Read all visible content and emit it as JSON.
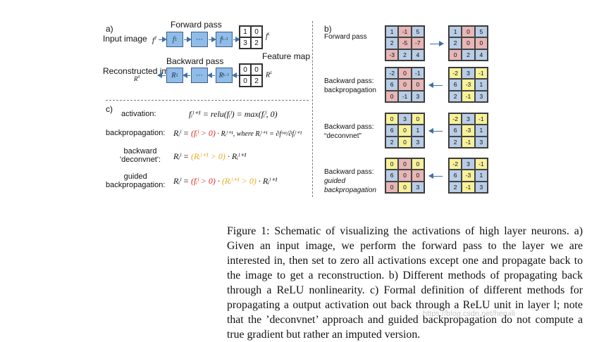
{
  "panel_a": {
    "label": "a)",
    "forward_pass": "Forward pass",
    "input_image": "Input image",
    "f_input": "f",
    "f_input_sup": "1",
    "box1": "f",
    "box1_sup": "1",
    "dots": "⋯",
    "box3": "f",
    "box3_sup": "L-1",
    "out_label": "f",
    "out_label_sup": "L",
    "feature_map": "Feature map",
    "fm_forward": [
      "1",
      "0",
      "3",
      "2"
    ],
    "backward_pass": "Backward pass",
    "reconstructed_image": "Reconstructed image",
    "r_output": "R",
    "r_output_sup": "0",
    "bbox1": "R",
    "bbox1_sup": "1",
    "bbox3": "R",
    "bbox3_sup": "L-1",
    "r_label": "R",
    "r_label_sup": "L",
    "fm_backward": [
      "0",
      "0",
      "0",
      "2"
    ]
  },
  "panel_b": {
    "label": "b)",
    "rows": [
      {
        "title": "Forward pass",
        "left": {
          "vals": [
            "1",
            "-1",
            "5",
            "2",
            "-5",
            "-7",
            "-3",
            "2",
            "4"
          ],
          "colors": [
            "b",
            "r",
            "b",
            "b",
            "r",
            "r",
            "r",
            "b",
            "b"
          ]
        },
        "right": {
          "vals": [
            "1",
            "0",
            "5",
            "2",
            "0",
            "0",
            "0",
            "2",
            "4"
          ],
          "colors": [
            "b",
            "r",
            "b",
            "b",
            "r",
            "r",
            "r",
            "b",
            "b"
          ]
        },
        "direction": "right"
      },
      {
        "title": "Backward pass: backpropagation",
        "left": {
          "vals": [
            "-2",
            "0",
            "-1",
            "6",
            "0",
            "0",
            "0",
            "-1",
            "3"
          ],
          "colors": [
            "b",
            "r",
            "b",
            "b",
            "r",
            "r",
            "r",
            "b",
            "b"
          ]
        },
        "right": {
          "vals": [
            "-2",
            "3",
            "-1",
            "6",
            "-3",
            "1",
            "2",
            "-1",
            "3"
          ],
          "colors": [
            "y",
            "b",
            "y",
            "b",
            "y",
            "b",
            "b",
            "y",
            "b"
          ]
        },
        "direction": "left"
      },
      {
        "title": "Backward pass: “deconvnet”",
        "left": {
          "vals": [
            "0",
            "3",
            "0",
            "6",
            "0",
            "1",
            "2",
            "0",
            "3"
          ],
          "colors": [
            "y",
            "b",
            "y",
            "b",
            "y",
            "b",
            "b",
            "y",
            "b"
          ]
        },
        "right": {
          "vals": [
            "-2",
            "3",
            "-1",
            "6",
            "-3",
            "1",
            "2",
            "-1",
            "3"
          ],
          "colors": [
            "y",
            "b",
            "y",
            "b",
            "y",
            "b",
            "b",
            "y",
            "b"
          ]
        },
        "direction": "left"
      },
      {
        "title": "Backward pass:",
        "title2": "guided backpropagation",
        "left": {
          "vals": [
            "0",
            "0",
            "0",
            "6",
            "0",
            "0",
            "0",
            "0",
            "3"
          ],
          "colors": [
            "y",
            "r",
            "y",
            "b",
            "r",
            "r",
            "r",
            "y",
            "b"
          ]
        },
        "right": {
          "vals": [
            "-2",
            "3",
            "-1",
            "6",
            "-3",
            "1",
            "2",
            "-1",
            "3"
          ],
          "colors": [
            "y",
            "b",
            "y",
            "b",
            "y",
            "b",
            "b",
            "y",
            "b"
          ]
        },
        "direction": "left"
      }
    ]
  },
  "panel_c": {
    "label": "c)",
    "activation_label": "activation:",
    "activation_eq": "fᵢˡ⁺¹ = relu(fᵢˡ) = max(fᵢˡ, 0)",
    "backprop_label": "backpropagation:",
    "backprop_eq_a": "Rᵢˡ = ",
    "backprop_eq_b": "(fᵢˡ > 0)",
    "backprop_eq_c": " · Rᵢˡ⁺¹, where Rᵢˡ⁺¹ = ∂fᵒᵘᵗ/∂fᵢˡ⁺¹",
    "deconv_label_1": "backward",
    "deconv_label_2": "'deconvnet':",
    "deconv_eq_a": "Rᵢˡ = ",
    "deconv_eq_b": "(Rᵢˡ⁺¹ > 0)",
    "deconv_eq_c": " · Rᵢˡ⁺¹",
    "guided_label_1": "guided",
    "guided_label_2": "backpropagation:",
    "guided_eq_a": "Rᵢˡ = ",
    "guided_eq_b": "(fᵢˡ > 0)",
    "guided_eq_c": " · ",
    "guided_eq_d": "(Rᵢˡ⁺¹ > 0)",
    "guided_eq_e": " · Rᵢˡ⁺¹"
  },
  "caption": "Figure 1: Schematic of visualizing the activations of high layer neurons. a) Given an input image, we perform the forward pass to the layer we are interested in, then set to zero all activations except one and propagate back to the image to get a reconstruction. b) Different methods of propagating back through a ReLU nonlinearity. c) Formal definition of different methods for propagating a output activation out back through a ReLU unit in layer l; note that the ’deconvnet’ approach and guided backpropagation do not compute a true gradient but rather an imputed version.",
  "watermark": "https://blog.csdn.net/heruili",
  "colors": {
    "blue_box": "#8fbce8",
    "cell_blue": "#b9cde6",
    "cell_red": "#e7b6b6",
    "cell_yellow": "#f7f19a",
    "red_text": "#e02a2a",
    "orange_text": "#e6a91b"
  }
}
